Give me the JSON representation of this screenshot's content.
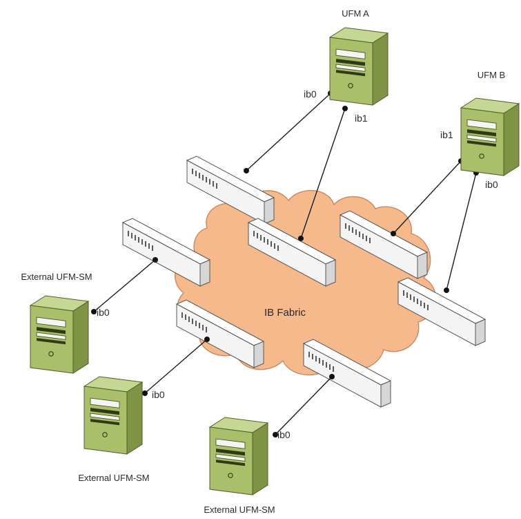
{
  "diagram": {
    "fabric": {
      "label": "IB Fabric",
      "fill": "#f6b98c",
      "stroke": "#c9895f"
    },
    "colors": {
      "server_front": "#a9bf6a",
      "server_side": "#7e9444",
      "server_top": "#c6d693",
      "switch_front": "#f4f4f4",
      "switch_side": "#d6d6d6",
      "switch_top": "#ffffff"
    },
    "servers": {
      "ufm_a": {
        "label": "UFM A",
        "icon": "server-icon",
        "ports": {
          "ib0": "ib0",
          "ib1": "ib1"
        }
      },
      "ufm_b": {
        "label": "UFM B",
        "icon": "server-icon",
        "ports": {
          "ib1": "ib1",
          "ib0": "ib0"
        }
      },
      "ext_1": {
        "label": "External UFM-SM",
        "icon": "server-icon",
        "port": "ib0"
      },
      "ext_2": {
        "label": "External UFM-SM",
        "icon": "server-icon",
        "port": "ib0"
      },
      "ext_3": {
        "label": "External UFM-SM",
        "icon": "server-icon",
        "port": "ib0"
      }
    },
    "switch_icon": "switch-icon"
  }
}
